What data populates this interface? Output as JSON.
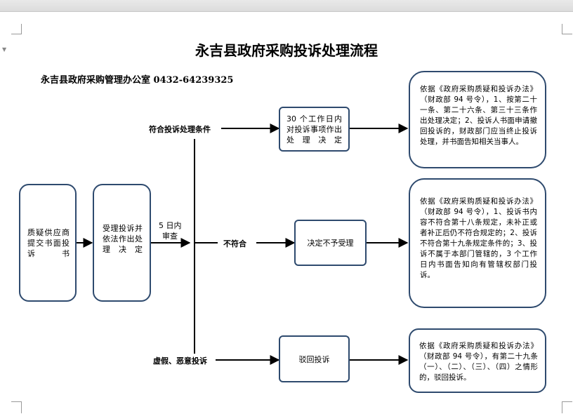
{
  "title": "永吉县政府采购投诉处理流程",
  "office": "永吉县政府采购管理办公室 0432-64239325",
  "boxes": {
    "supplier": "质疑供应商提交书面投诉书",
    "accept": "受理投诉并依法作出处理决定",
    "process30": "30 个工作日内对投诉事项作出处理决定",
    "reject_accept": "决定不予受理",
    "dismiss": "驳回投诉",
    "basis1": "依据《政府采购质疑和投诉办法》（财政部 94 号令），1、按第二十一条、第二十六条、第三十三条作出处理决定；2、投诉人书面申请撤回投诉的，财政部门应当终止投诉处理，并书面告知相关当事人。",
    "basis2": "依据《政府采购质疑和投诉办法》（财政部 94 号令），1、投诉书内容不符合第十八条规定，未补正或者补正后仍不符合规定的；2、投诉不符合第十九条规定条件的；3、投诉不属于本部门管辖的，3 个工作日内书面告知向有管辖权部门投诉。",
    "basis3": "依据《政府采购质疑和投诉办法》（财政部 94 号令），有第二十九条（一）、（二）、（三）、（四）之情形的，驳回投诉。"
  },
  "labels": {
    "review_days": "5 日内",
    "review": "审查",
    "meets": "符合投诉处理条件",
    "not_meet": "不符合",
    "false_malicious": "虚假、恶意投诉"
  }
}
